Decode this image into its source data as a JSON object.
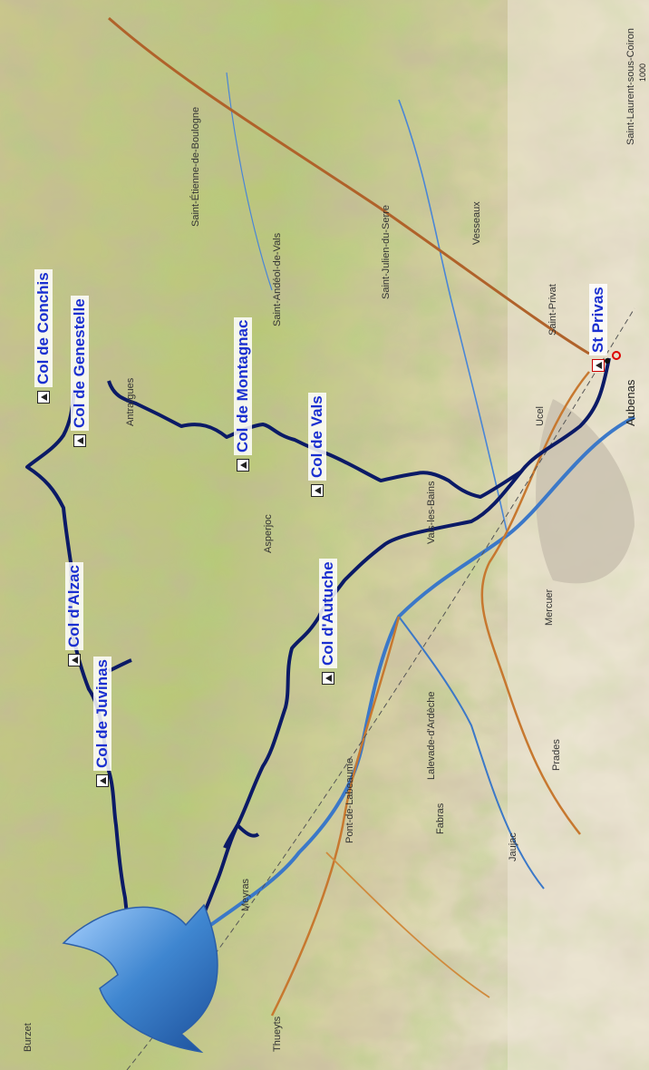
{
  "map": {
    "cols": [
      {
        "id": "conchis",
        "name": "Col de Conchis"
      },
      {
        "id": "genestelle",
        "name": "Col de Genestelle"
      },
      {
        "id": "montagnac",
        "name": "Col de Montagnac"
      },
      {
        "id": "vals",
        "name": "Col de Vals"
      },
      {
        "id": "alzac",
        "name": "Col d'Alzac"
      },
      {
        "id": "autuche",
        "name": "Col d'Autuche"
      },
      {
        "id": "juvinas",
        "name": "Col de Juvinas"
      }
    ],
    "start": {
      "name": "St Privas",
      "icon": "start-flag-icon"
    },
    "towns": [
      {
        "id": "aubenas",
        "name": "Aubenas"
      },
      {
        "id": "vesseaux",
        "name": "Vesseaux"
      },
      {
        "id": "antraigues",
        "name": "Antraïgues"
      },
      {
        "id": "st-etienne-de-boulogne",
        "name": "Saint-Étienne-de-Boulogne"
      },
      {
        "id": "st-andeol-de-vals",
        "name": "Saint-Andéol-de-Vals"
      },
      {
        "id": "asperjoc",
        "name": "Asperjoc"
      },
      {
        "id": "vals-les-bains",
        "name": "Vals-les-Bains"
      },
      {
        "id": "mercuer",
        "name": "Mercuer"
      },
      {
        "id": "lalevade",
        "name": "Lalevade-d'Ardèche"
      },
      {
        "id": "pont-de-labeaume",
        "name": "Pont-de-Labeaume"
      },
      {
        "id": "prades",
        "name": "Prades"
      },
      {
        "id": "jaujac",
        "name": "Jaujac"
      },
      {
        "id": "meyras",
        "name": "Meyras"
      },
      {
        "id": "thueyts",
        "name": "Thueyts"
      },
      {
        "id": "burzet",
        "name": "Burzet"
      },
      {
        "id": "st-privat",
        "name": "Saint-Privat"
      },
      {
        "id": "ucel",
        "name": "Ucel"
      },
      {
        "id": "fabras",
        "name": "Fabras"
      },
      {
        "id": "st-julien-du-serre",
        "name": "Saint-Julien-du-Serre"
      },
      {
        "id": "st-laurent-sous-coiron",
        "name": "Saint-Laurent-sous-Coiron"
      }
    ],
    "scale_label": "1000 m",
    "colors": {
      "route": "#0b1a66",
      "label": "#1a2fd0",
      "road_main": "#b0622a",
      "river": "#3b78c8",
      "arrow": "#3f86d0"
    },
    "icons": {
      "col": "mountain-pass-icon",
      "direction": "direction-arrow-icon"
    }
  }
}
